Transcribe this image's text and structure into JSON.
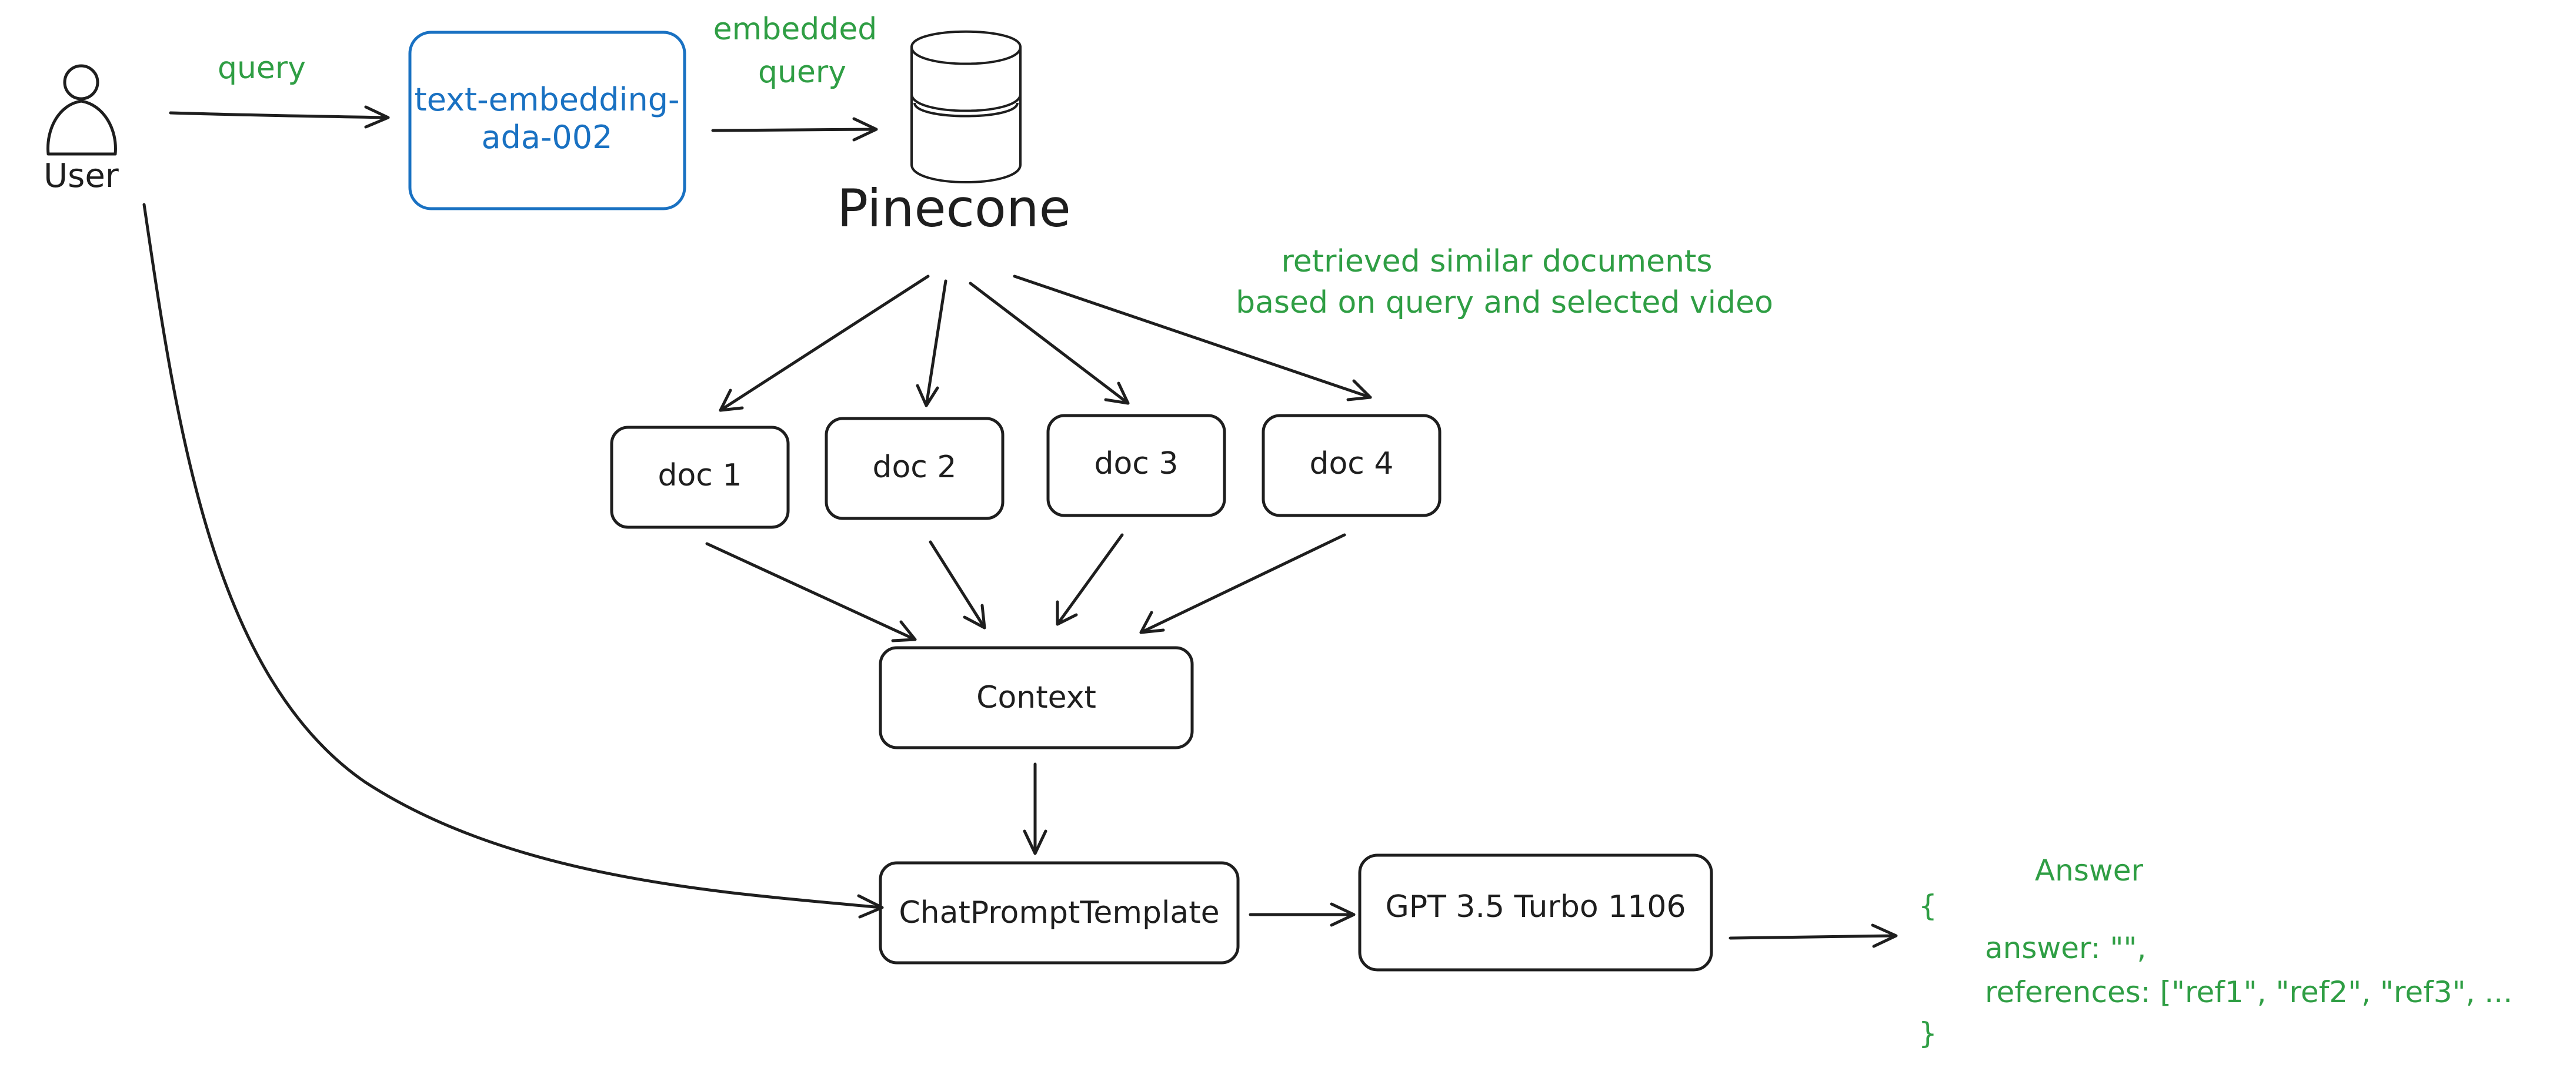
{
  "user": {
    "label": "User"
  },
  "edges": {
    "query": "query",
    "embedded_query_line1": "embedded",
    "embedded_query_line2": "query",
    "retrieved_line1": "retrieved similar documents",
    "retrieved_line2": "based on query and selected video"
  },
  "nodes": {
    "embedding_model_line1": "text-embedding-",
    "embedding_model_line2": "ada-002",
    "vector_db": "Pinecone",
    "docs": [
      "doc 1",
      "doc 2",
      "doc 3",
      "doc 4"
    ],
    "context": "Context",
    "prompt_template": "ChatPromptTemplate",
    "llm": "GPT 3.5 Turbo 1106"
  },
  "answer": {
    "title": "Answer",
    "open_brace": "{",
    "answer_line": "answer: \"\",",
    "references_line": "references: [\"ref1\", \"ref2\", \"ref3\", ...",
    "close_brace": "}"
  },
  "colors": {
    "stroke": "#1e1e1e",
    "blue": "#1971c2",
    "green": "#2f9e44",
    "background": "#ffffff"
  }
}
